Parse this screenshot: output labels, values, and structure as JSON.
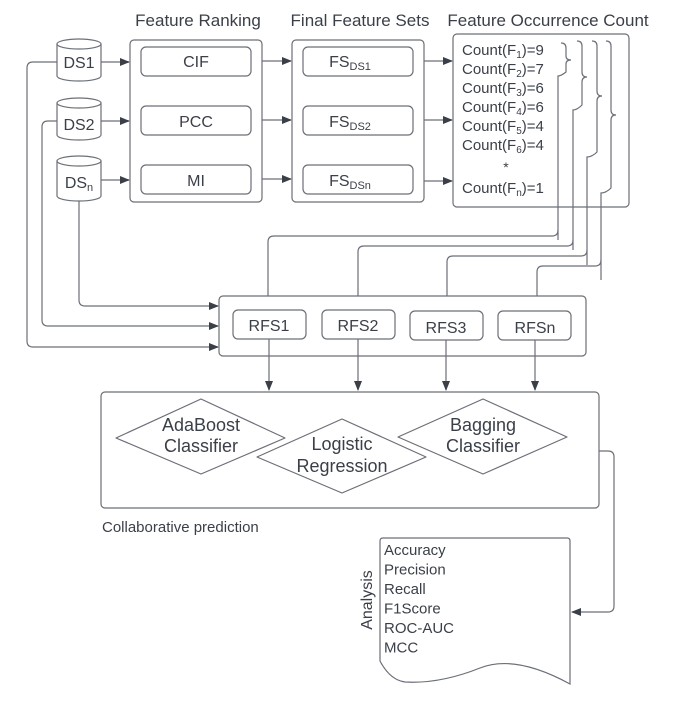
{
  "headers": {
    "feature_ranking": "Feature Ranking",
    "final_feature_sets": "Final Feature Sets",
    "feature_occurrence_count": "Feature Occurrence Count"
  },
  "datasets": [
    {
      "base": "DS1",
      "sub": ""
    },
    {
      "base": "DS2",
      "sub": ""
    },
    {
      "base": "DS",
      "sub": "n"
    }
  ],
  "ranking_methods": [
    "CIF",
    "PCC",
    "MI"
  ],
  "feature_sets": [
    {
      "base": "FS",
      "sub": "DS1"
    },
    {
      "base": "FS",
      "sub": "DS2"
    },
    {
      "base": "FS",
      "sub": "DSn"
    }
  ],
  "counts": [
    {
      "prefix": "Count(F",
      "sub": "1",
      "suffix": ")=9"
    },
    {
      "prefix": "Count(F",
      "sub": "2",
      "suffix": ")=7"
    },
    {
      "prefix": "Count(F",
      "sub": "3",
      "suffix": ")=6"
    },
    {
      "prefix": "Count(F",
      "sub": "4",
      "suffix": ")=6"
    },
    {
      "prefix": "Count(F",
      "sub": "5",
      "suffix": ")=4"
    },
    {
      "prefix": "Count(F",
      "sub": "6",
      "suffix": ")=4"
    },
    {
      "prefix": "Count(F",
      "sub": "n",
      "suffix": ")=1"
    }
  ],
  "ellipsis": "*",
  "reduced_feature_sets": [
    "RFS1",
    "RFS2",
    "RFS3",
    "RFSn"
  ],
  "classifiers": [
    {
      "line1": "AdaBoost",
      "line2": "Classifier"
    },
    {
      "line1": "Logistic",
      "line2": "Regression"
    },
    {
      "line1": "Bagging",
      "line2": "Classifier"
    }
  ],
  "collaborative_label": "Collaborative prediction",
  "analysis": {
    "label": "Analysis",
    "metrics": [
      "Accuracy",
      "Precision",
      "Recall",
      "F1Score",
      "ROC-AUC",
      "MCC"
    ]
  }
}
